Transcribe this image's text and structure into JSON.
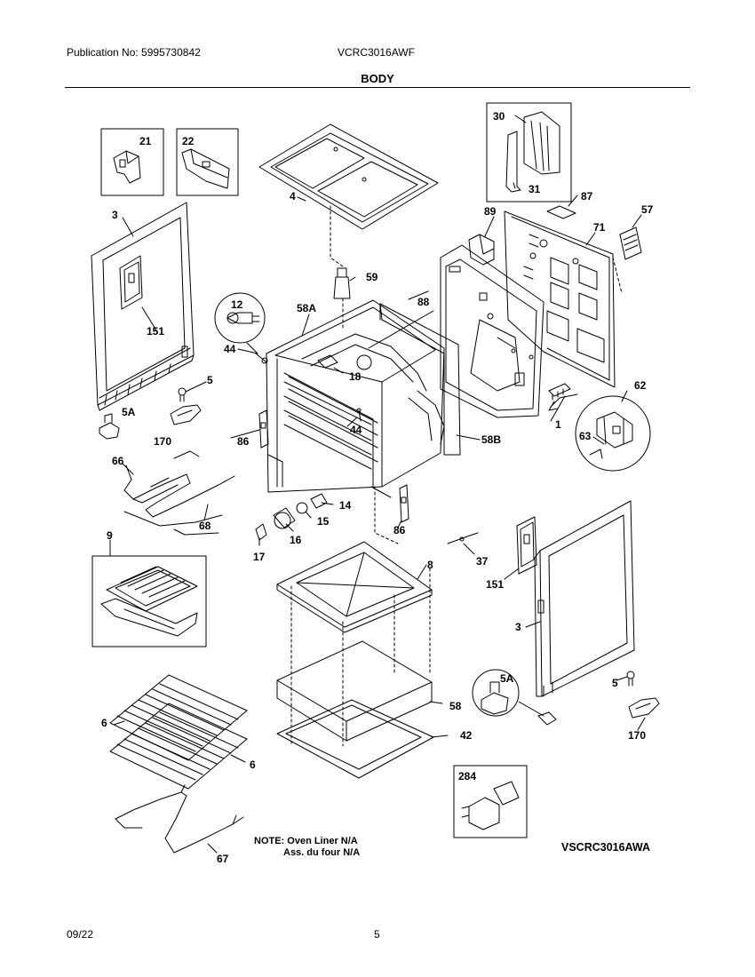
{
  "header": {
    "publication": "Publication No: 5995730842",
    "model": "VCRC3016AWF",
    "section_title": "BODY"
  },
  "parts": {
    "p21": "21",
    "p22": "22",
    "p3_left": "3",
    "p151_left": "151",
    "p4": "4",
    "p30": "30",
    "p31": "31",
    "p87": "87",
    "p57": "57",
    "p89": "89",
    "p71": "71",
    "p59": "59",
    "p88": "88",
    "p12": "12",
    "p58A": "58A",
    "p44_left": "44",
    "p18": "18",
    "p5_left": "5",
    "p5A_left": "5A",
    "p170_left": "170",
    "p86_left": "86",
    "p44_mid": "44",
    "p58B": "58B",
    "p1": "1",
    "p62": "62",
    "p63": "63",
    "p66": "66",
    "p68": "68",
    "p14": "14",
    "p15": "15",
    "p16": "16",
    "p17": "17",
    "p86_mid": "86",
    "p9": "9",
    "p8": "8",
    "p37": "37",
    "p151_right": "151",
    "p3_right": "3",
    "p5A_right": "5A",
    "p5_right": "5",
    "p58": "58",
    "p42": "42",
    "p170_right": "170",
    "p6_upper": "6",
    "p6_lower": "6",
    "p284": "284",
    "p67": "67"
  },
  "note": {
    "line1": "NOTE: Oven Liner N/A",
    "line2": "Ass. du four N/A"
  },
  "diagram_ref": "VSCRC3016AWA",
  "footer": {
    "date": "09/22",
    "page": "5"
  }
}
